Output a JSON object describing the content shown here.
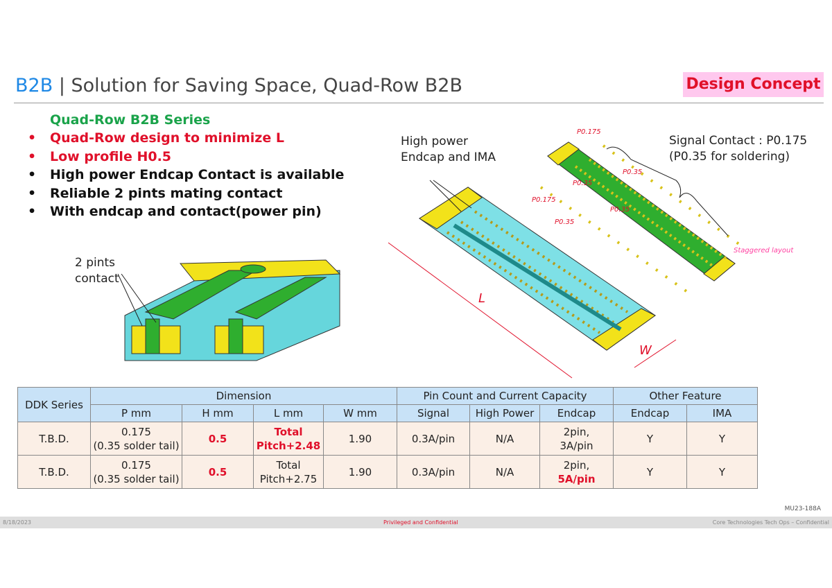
{
  "header": {
    "title_prefix": "B2B",
    "title_sep": " | ",
    "title": "Solution for Saving Space, Quad-Row B2B",
    "badge": "Design Concept"
  },
  "summary": {
    "series": "Quad-Row B2B Series",
    "bullets": [
      {
        "text": "Quad-Row design to minimize L",
        "color": "red"
      },
      {
        "text": "Low profile H0.5",
        "color": "red"
      },
      {
        "text": "High power Endcap Contact is available",
        "color": "black"
      },
      {
        "text": "Reliable 2 pints mating contact",
        "color": "black"
      },
      {
        "text": "With endcap and contact(power pin)",
        "color": "black"
      }
    ]
  },
  "figures": {
    "contact_label_1": "2 pints",
    "contact_label_2": "contact",
    "endcap_label_1": "High power",
    "endcap_label_2": "Endcap and IMA",
    "dim_L": "L",
    "dim_W": "W",
    "signal_1": "Signal Contact : P0.175",
    "signal_2": "(P0.35 for soldering)",
    "pitch_labels": [
      "P0.175",
      "P0.35",
      "P0.35",
      "P0.175",
      "P0.35",
      "P0.35"
    ],
    "staggered": "Staggered layout"
  },
  "table": {
    "h1": {
      "series": "DDK Series",
      "dimension": "Dimension",
      "pin": "Pin Count and Current Capacity",
      "other": "Other Feature"
    },
    "h2": [
      "P mm",
      "H mm",
      "L mm",
      "W mm",
      "Signal",
      "High Power",
      "Endcap",
      "Endcap",
      "IMA"
    ],
    "rows": [
      {
        "series": "T.B.D.",
        "p1": "0.175",
        "p2": "(0.35 solder tail)",
        "h": "0.5",
        "l1": "Total",
        "l2": "Pitch+2.48",
        "w": "1.90",
        "signal": "0.3A/pin",
        "hp": "N/A",
        "e1": "2pin,",
        "e2": "3A/pin",
        "endcap": "Y",
        "ima": "Y"
      },
      {
        "series": "T.B.D.",
        "p1": "0.175",
        "p2": "(0.35 solder tail)",
        "h": "0.5",
        "l1": "Total",
        "l2": "Pitch+2.75",
        "w": "1.90",
        "signal": "0.3A/pin",
        "hp": "N/A",
        "e1": "2pin,",
        "e2": "5A/pin",
        "endcap": "Y",
        "ima": "Y"
      }
    ]
  },
  "footer": {
    "code": "MU23-188A",
    "date": "8/18/2023",
    "center": "Privileged and Confidential",
    "right": "Core Technologies Tech Ops – Confidential"
  }
}
